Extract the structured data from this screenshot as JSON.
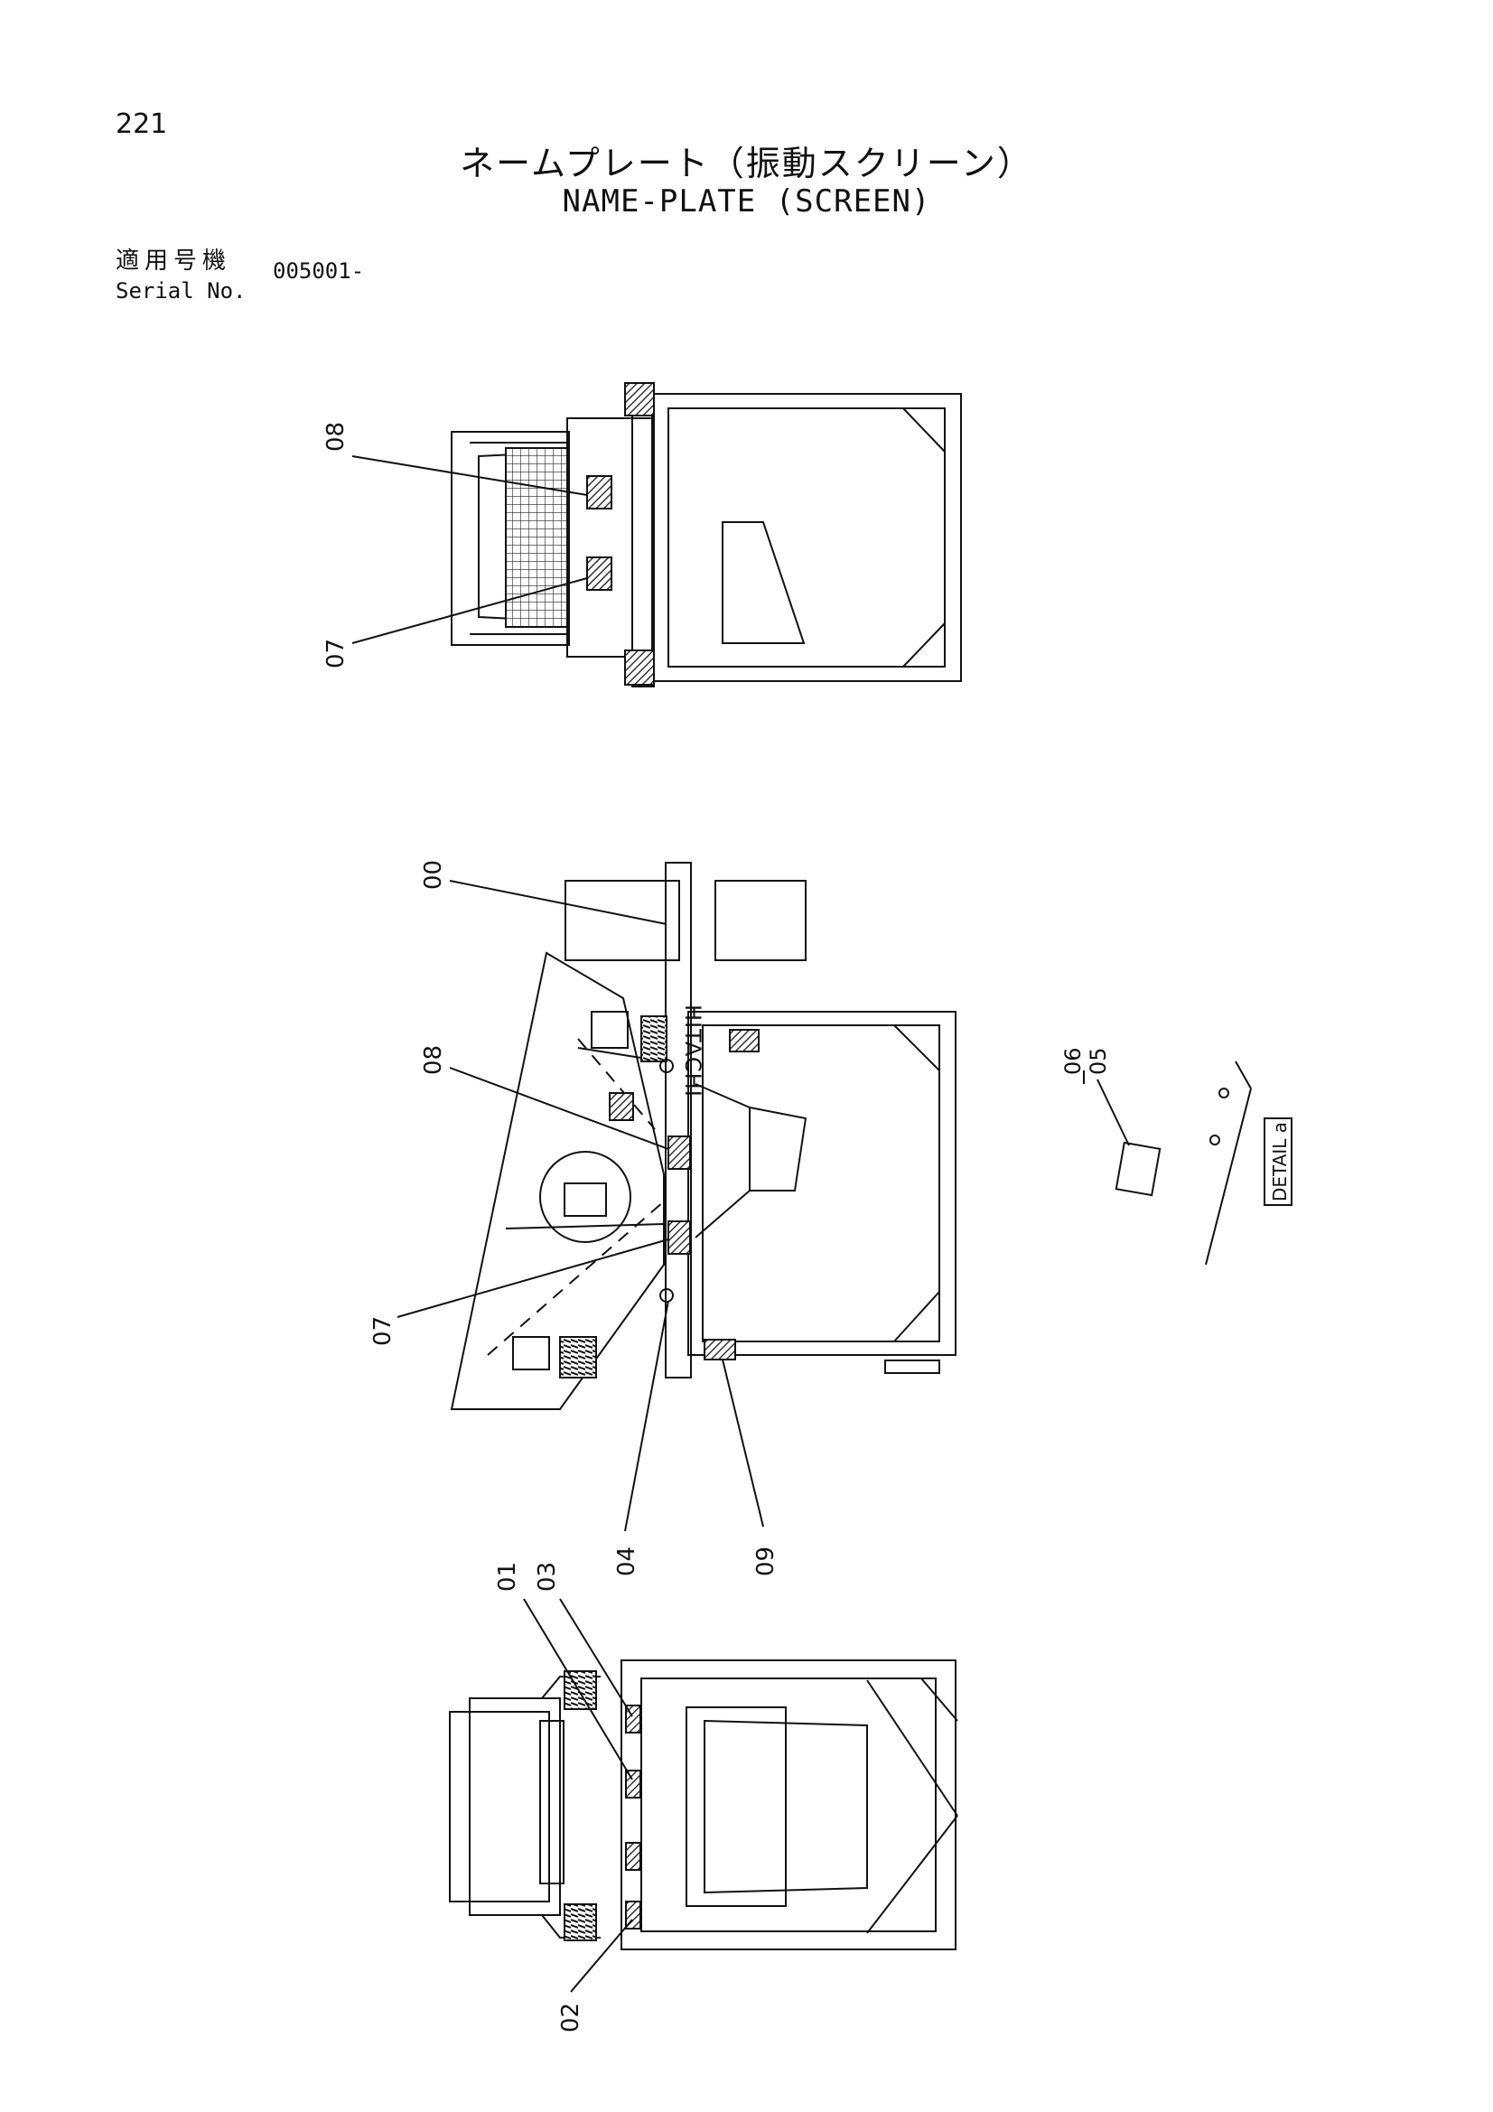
{
  "header": {
    "page_number": "221",
    "title_jp": "ネームプレート（振動スクリーン）",
    "title_en": "NAME-PLATE (SCREEN)",
    "serial_label_jp": "適用号機",
    "serial_label_en": "Serial No.",
    "serial_value": "005001-"
  },
  "views": {
    "top": {
      "callouts": [
        "08",
        "07"
      ]
    },
    "side": {
      "callouts": [
        "00",
        "08",
        "07",
        "04",
        "09"
      ],
      "brand_text": "HITACHI"
    },
    "bottom": {
      "callouts": [
        "01",
        "03",
        "02"
      ]
    },
    "detail": {
      "callouts": [
        "06",
        "05"
      ],
      "label": "DETAIL a"
    }
  },
  "colors": {
    "ink": "#111111",
    "hatch": "#444444"
  }
}
